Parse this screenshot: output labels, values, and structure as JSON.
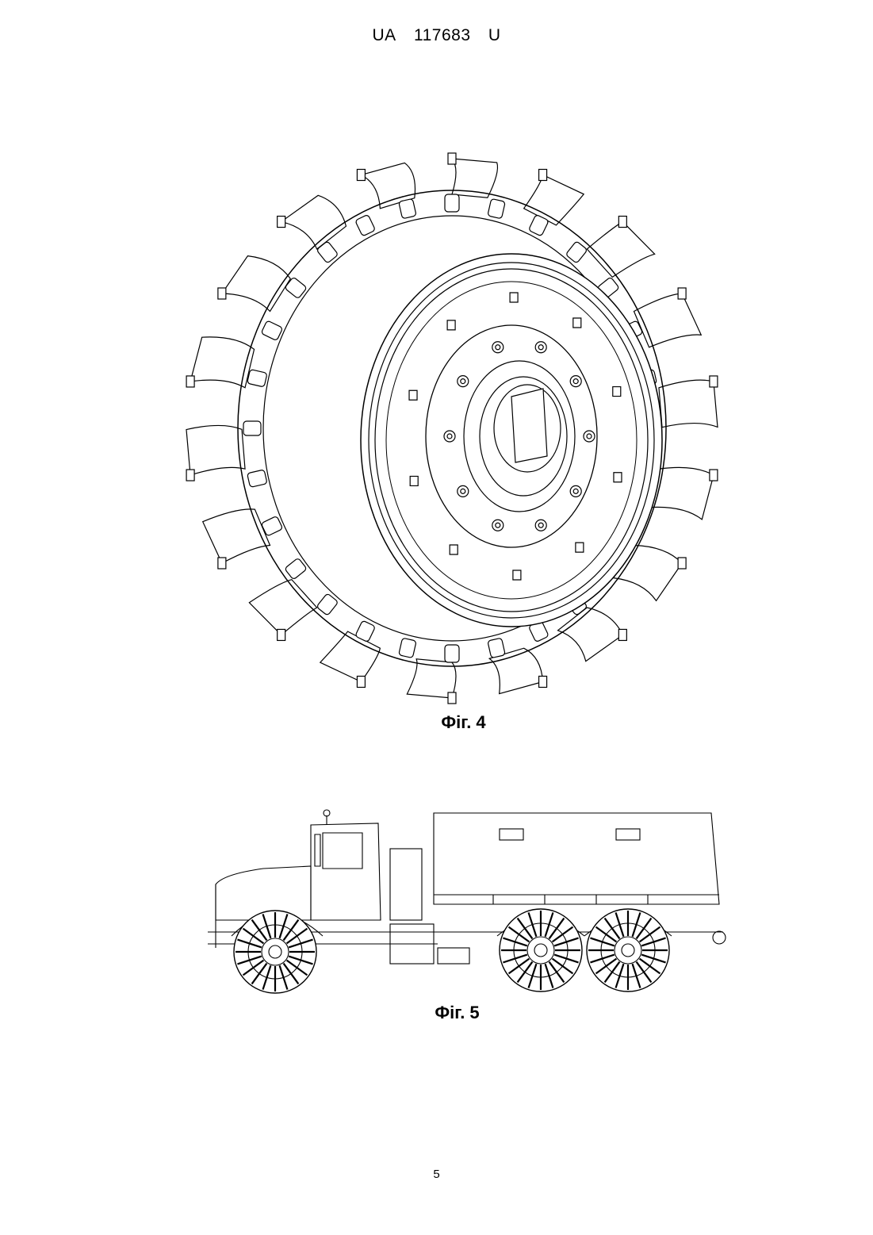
{
  "header": {
    "office": "UA",
    "number": "117683",
    "kind": "U"
  },
  "figures": [
    {
      "caption": "Фіг. 4"
    },
    {
      "caption": "Фіг. 5"
    }
  ],
  "page_number": "5"
}
